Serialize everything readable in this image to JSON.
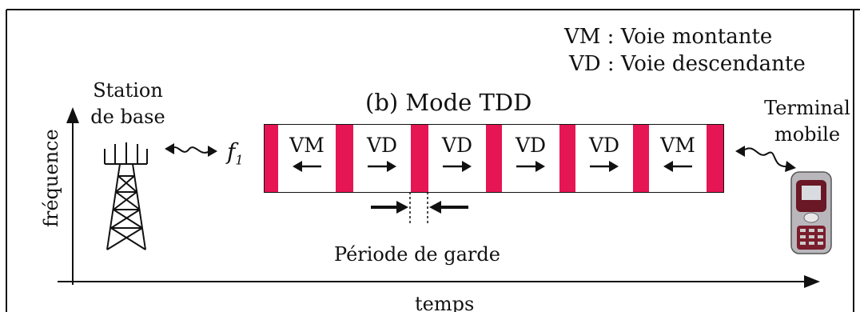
{
  "legend": {
    "vm": "VM : Voie montante",
    "vd": "VD : Voie descendante"
  },
  "title": "(b) Mode TDD",
  "station": {
    "line1": "Station",
    "line2": "de base"
  },
  "terminal": {
    "line1": "Terminal",
    "line2": "mobile"
  },
  "freq_label": "f",
  "freq_sub": "1",
  "guard_label": "Période de garde",
  "axes": {
    "y_label": "fréquence",
    "x_label": "temps"
  },
  "slots": [
    {
      "code": "VM",
      "arrow": "left"
    },
    {
      "code": "VD",
      "arrow": "right"
    },
    {
      "code": "VD",
      "arrow": "right"
    },
    {
      "code": "VD",
      "arrow": "right"
    },
    {
      "code": "VD",
      "arrow": "right"
    },
    {
      "code": "VM",
      "arrow": "left"
    }
  ],
  "colors": {
    "guard": "#e61553",
    "ink": "#111111"
  }
}
